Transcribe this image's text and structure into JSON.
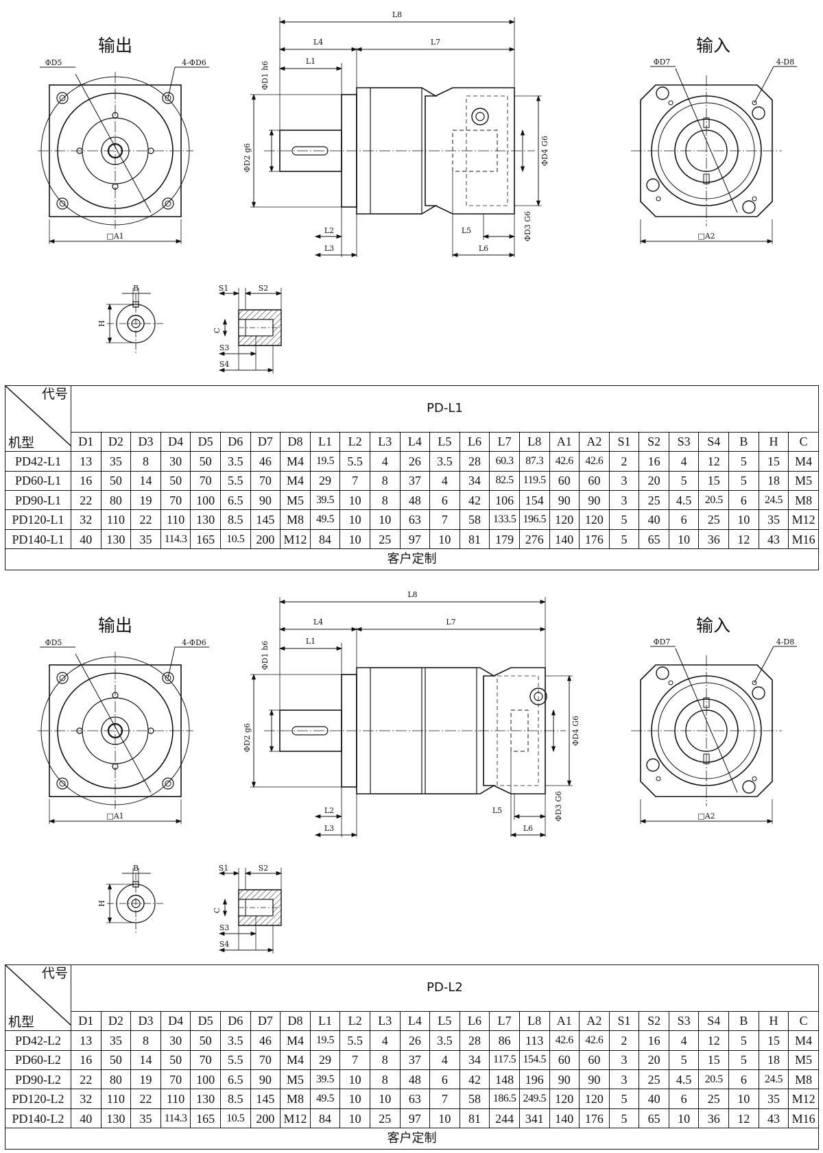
{
  "sections": [
    {
      "drawing": {
        "output_label": "输出",
        "input_label": "输入",
        "dims": {
          "D5": "ΦD5",
          "D6": "4-ΦD6",
          "A1": "□A1",
          "L8": "L8",
          "L4": "L4",
          "L7": "L7",
          "L1": "L1",
          "D1": "ΦD1 h6",
          "D2": "ΦD2 g6",
          "D4": "ΦD4 G6",
          "D3": "ΦD3 G6",
          "L2": "L2",
          "L3": "L3",
          "L5": "L5",
          "L6": "L6",
          "D7": "ΦD7",
          "D8": "4-D8",
          "A2": "□A2",
          "B": "B",
          "H": "H",
          "S1": "S1",
          "S2": "S2",
          "C": "C",
          "S3": "S3",
          "S4": "S4"
        }
      },
      "table": {
        "corner_code": "代号",
        "corner_model": "机型",
        "series": "PD-L1",
        "headers": [
          "D1",
          "D2",
          "D3",
          "D4",
          "D5",
          "D6",
          "D7",
          "D8",
          "L1",
          "L2",
          "L3",
          "L4",
          "L5",
          "L6",
          "L7",
          "L8",
          "A1",
          "A2",
          "S1",
          "S2",
          "S3",
          "S4",
          "B",
          "H",
          "C"
        ],
        "rows": [
          {
            "model": "PD42-L1",
            "values": [
              "13",
              "35",
              "8",
              "30",
              "50",
              "3.5",
              "46",
              "M4",
              "19.5",
              "5.5",
              "4",
              "26",
              "3.5",
              "28",
              "60.3",
              "87.3",
              "42.6",
              "42.6",
              "2",
              "16",
              "4",
              "12",
              "5",
              "15",
              "M4"
            ]
          },
          {
            "model": "PD60-L1",
            "values": [
              "16",
              "50",
              "14",
              "50",
              "70",
              "5.5",
              "70",
              "M4",
              "29",
              "7",
              "8",
              "37",
              "4",
              "34",
              "82.5",
              "119.5",
              "60",
              "60",
              "3",
              "20",
              "5",
              "15",
              "5",
              "18",
              "M5"
            ]
          },
          {
            "model": "PD90-L1",
            "values": [
              "22",
              "80",
              "19",
              "70",
              "100",
              "6.5",
              "90",
              "M5",
              "39.5",
              "10",
              "8",
              "48",
              "6",
              "42",
              "106",
              "154",
              "90",
              "90",
              "3",
              "25",
              "4.5",
              "20.5",
              "6",
              "24.5",
              "M8"
            ]
          },
          {
            "model": "PD120-L1",
            "values": [
              "32",
              "110",
              "22",
              "110",
              "130",
              "8.5",
              "145",
              "M8",
              "49.5",
              "10",
              "10",
              "63",
              "7",
              "58",
              "133.5",
              "196.5",
              "120",
              "120",
              "5",
              "40",
              "6",
              "25",
              "10",
              "35",
              "M12"
            ]
          },
          {
            "model": "PD140-L1",
            "values": [
              "40",
              "130",
              "35",
              "114.3",
              "165",
              "10.5",
              "200",
              "M12",
              "84",
              "10",
              "25",
              "97",
              "10",
              "81",
              "179",
              "276",
              "140",
              "176",
              "5",
              "65",
              "10",
              "36",
              "12",
              "43",
              "M16"
            ]
          }
        ],
        "footer": "客户定制"
      }
    },
    {
      "drawing": {
        "output_label": "输出",
        "input_label": "输入",
        "dims": {
          "D5": "ΦD5",
          "D6": "4-ΦD6",
          "A1": "□A1",
          "L8": "L8",
          "L4": "L4",
          "L7": "L7",
          "L1": "L1",
          "D1": "ΦD1 h6",
          "D2": "ΦD2 g6",
          "D4": "ΦD4 G6",
          "D3": "ΦD3 G6",
          "L2": "L2",
          "L3": "L3",
          "L5": "L5",
          "L6": "L6",
          "D7": "ΦD7",
          "D8": "4-D8",
          "A2": "□A2",
          "B": "B",
          "H": "H",
          "S1": "S1",
          "S2": "S2",
          "C": "C",
          "S3": "S3",
          "S4": "S4"
        }
      },
      "table": {
        "corner_code": "代号",
        "corner_model": "机型",
        "series": "PD-L2",
        "headers": [
          "D1",
          "D2",
          "D3",
          "D4",
          "D5",
          "D6",
          "D7",
          "D8",
          "L1",
          "L2",
          "L3",
          "L4",
          "L5",
          "L6",
          "L7",
          "L8",
          "A1",
          "A2",
          "S1",
          "S2",
          "S3",
          "S4",
          "B",
          "H",
          "C"
        ],
        "rows": [
          {
            "model": "PD42-L2",
            "values": [
              "13",
              "35",
              "8",
              "30",
              "50",
              "3.5",
              "46",
              "M4",
              "19.5",
              "5.5",
              "4",
              "26",
              "3.5",
              "28",
              "86",
              "113",
              "42.6",
              "42.6",
              "2",
              "16",
              "4",
              "12",
              "5",
              "15",
              "M4"
            ]
          },
          {
            "model": "PD60-L2",
            "values": [
              "16",
              "50",
              "14",
              "50",
              "70",
              "5.5",
              "70",
              "M4",
              "29",
              "7",
              "8",
              "37",
              "4",
              "34",
              "117.5",
              "154.5",
              "60",
              "60",
              "3",
              "20",
              "5",
              "15",
              "5",
              "18",
              "M5"
            ]
          },
          {
            "model": "PD90-L2",
            "values": [
              "22",
              "80",
              "19",
              "70",
              "100",
              "6.5",
              "90",
              "M5",
              "39.5",
              "10",
              "8",
              "48",
              "6",
              "42",
              "148",
              "196",
              "90",
              "90",
              "3",
              "25",
              "4.5",
              "20.5",
              "6",
              "24.5",
              "M8"
            ]
          },
          {
            "model": "PD120-L2",
            "values": [
              "32",
              "110",
              "22",
              "110",
              "130",
              "8.5",
              "145",
              "M8",
              "49.5",
              "10",
              "10",
              "63",
              "7",
              "58",
              "186.5",
              "249.5",
              "120",
              "120",
              "5",
              "40",
              "6",
              "25",
              "10",
              "35",
              "M12"
            ]
          },
          {
            "model": "PD140-L2",
            "values": [
              "40",
              "130",
              "35",
              "114.3",
              "165",
              "10.5",
              "200",
              "M12",
              "84",
              "10",
              "25",
              "97",
              "10",
              "81",
              "244",
              "341",
              "140",
              "176",
              "5",
              "65",
              "10",
              "36",
              "12",
              "43",
              "M16"
            ]
          }
        ],
        "footer": "客户定制"
      }
    }
  ]
}
